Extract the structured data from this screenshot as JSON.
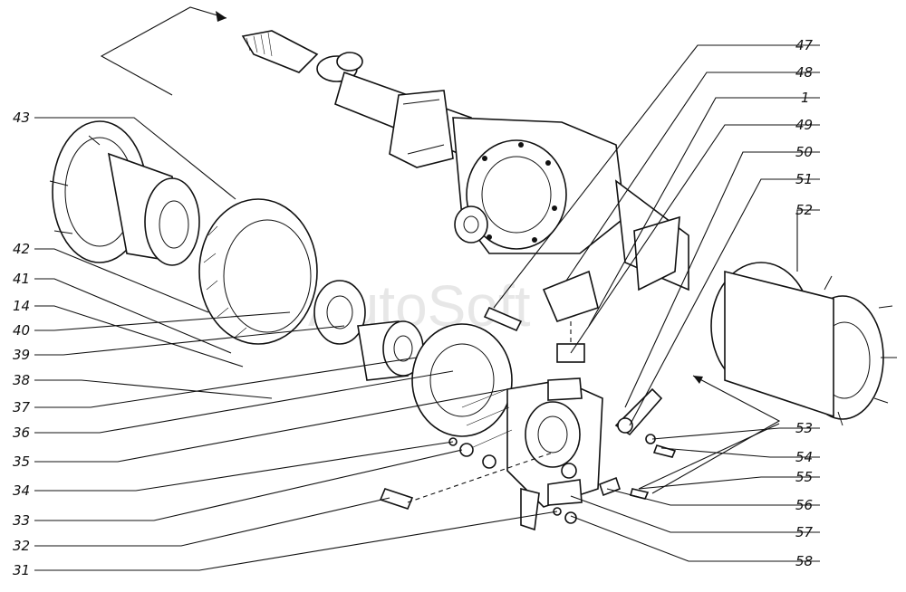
{
  "watermark": "AutoSoft",
  "callouts_left": [
    "43",
    "42",
    "41",
    "14",
    "40",
    "39",
    "38",
    "37",
    "36",
    "35",
    "34",
    "33",
    "32",
    "31"
  ],
  "callouts_right": [
    "47",
    "48",
    "1",
    "49",
    "50",
    "51",
    "52",
    "53",
    "54",
    "55",
    "56",
    "57",
    "58"
  ],
  "colors": {
    "ink": "#111111",
    "paper": "#ffffff"
  }
}
